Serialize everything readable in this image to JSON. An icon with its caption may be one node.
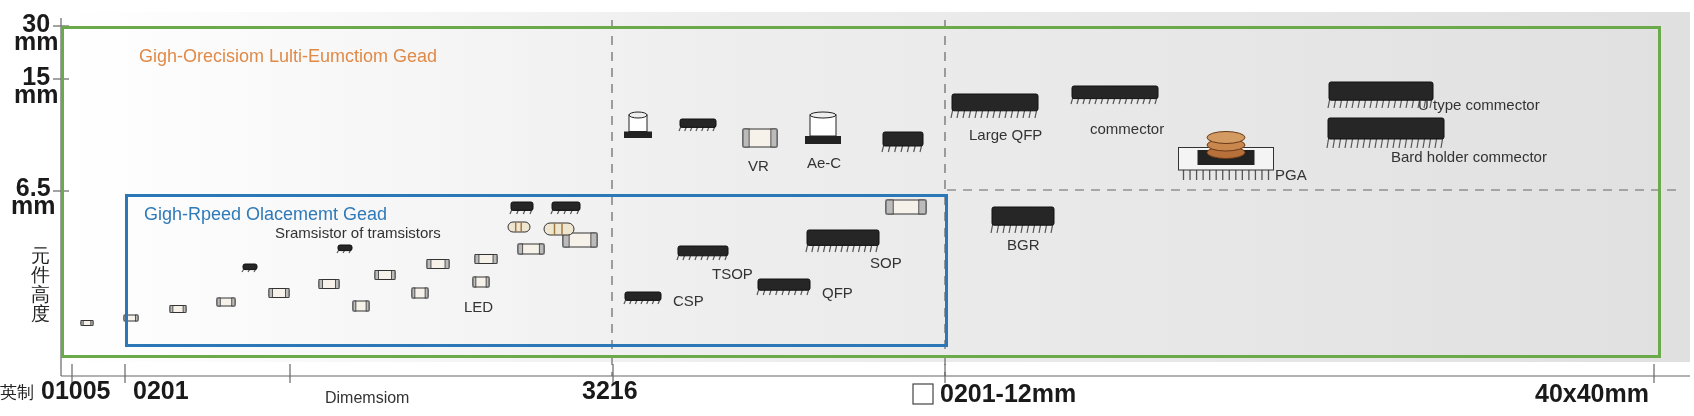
{
  "diagram": {
    "nodes": [
      {
        "text": [
          "Gigh-Orecisiom Lulti-Eumctiom Gead"
        ]
      },
      {
        "text": [
          "Gigh-Rpeed Olacememt Gead"
        ],
        "in": 0
      }
    ],
    "labels": [
      "30 mm",
      "15 mm",
      "6.5 mm",
      "元件高度",
      "Sramsistor of tramsistors",
      "LED",
      "VR",
      "Ae-C",
      "CSP",
      "TSOP",
      "QFP",
      "SOP",
      "Large QFP",
      "commector",
      "U type commector",
      "PGA",
      "Bard holder commector",
      "BGR",
      "英制",
      "01005",
      "0201",
      "Dimemsiom",
      "3216",
      "0201-12mm",
      "40x40mm"
    ]
  }
}
